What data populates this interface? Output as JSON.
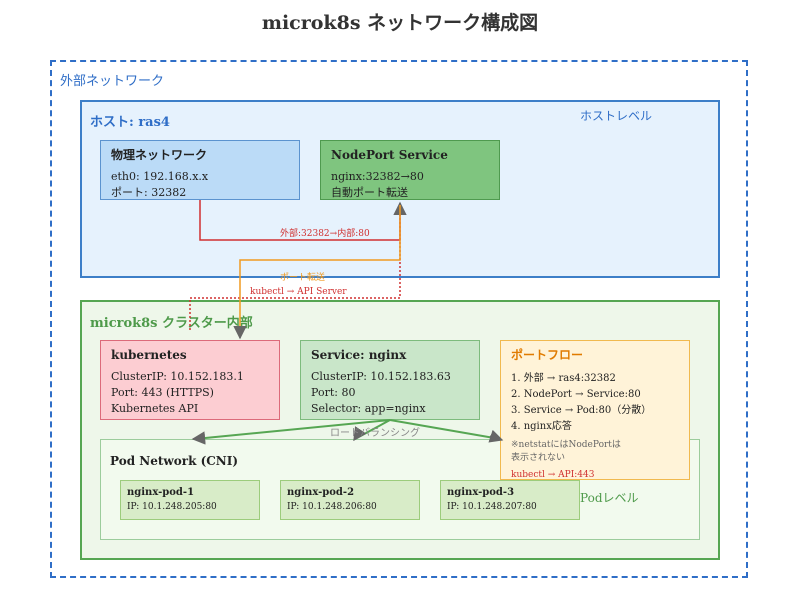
{
  "title": "microk8s ネットワーク構成図",
  "external": {
    "label": "外部ネットワーク"
  },
  "host": {
    "label": "ホスト: ras4",
    "level": "ホストレベル",
    "physical": {
      "title": "物理ネットワーク",
      "eth0": "eth0: 192.168.x.x",
      "port": "ポート: 32382"
    },
    "nodeport": {
      "title": "NodePort Service",
      "mapping": "nginx:32382→80",
      "desc": "自動ポート転送"
    }
  },
  "connectors": {
    "ext_to_internal": "外部:32382→内部:80",
    "port_forward": "ポート転送",
    "kubectl_api": "kubectl → API Server",
    "load_balancing": "ロードバランシング"
  },
  "cluster": {
    "label": "microk8s クラスター内部",
    "kubernetes": {
      "title": "kubernetes",
      "cluster_ip": "ClusterIP: 10.152.183.1",
      "port": "Port: 443 (HTTPS)",
      "desc": "Kubernetes API"
    },
    "service": {
      "title": "Service: nginx",
      "cluster_ip": "ClusterIP: 10.152.183.63",
      "port": "Port: 80",
      "selector": "Selector: app=nginx"
    },
    "port_flow": {
      "title": "ポートフロー",
      "steps": [
        "1. 外部 → ras4:32382",
        "2. NodePort → Service:80",
        "3. Service → Pod:80（分散）",
        "4. nginx応答"
      ],
      "note_line1": "※netstatにはNodePortは",
      "note_line2": "表示されない",
      "kubectl_note": "kubectl → API:443"
    },
    "pod_network": {
      "label": "Pod Network (CNI)",
      "level": "Podレベル",
      "pods": [
        {
          "name": "nginx-pod-1",
          "ip": "IP: 10.1.248.205:80"
        },
        {
          "name": "nginx-pod-2",
          "ip": "IP: 10.1.248.206:80"
        },
        {
          "name": "nginx-pod-3",
          "ip": "IP: 10.1.248.207:80"
        }
      ]
    }
  },
  "colors": {
    "blue": "#2f6ec7",
    "green": "#56a653",
    "red": "#d03030",
    "orange": "#f09a20",
    "gray_arrow": "#666666"
  }
}
